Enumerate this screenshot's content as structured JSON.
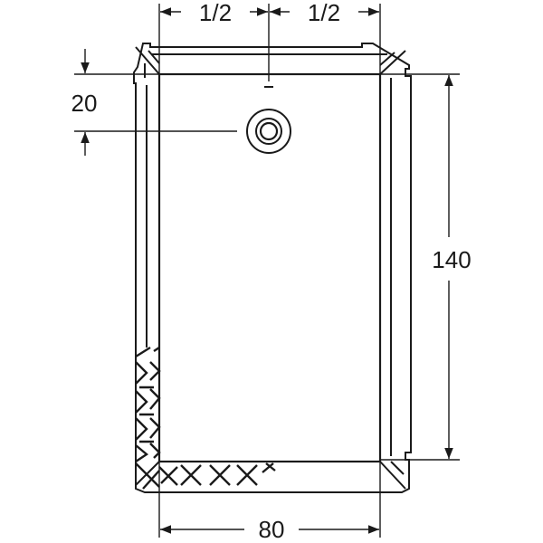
{
  "dimensions": {
    "top_left_half": "1/2",
    "top_right_half": "1/2",
    "drain_offset": "20",
    "length": "140",
    "width": "80"
  },
  "colors": {
    "line": "#1a1a1a",
    "background": "#ffffff"
  }
}
